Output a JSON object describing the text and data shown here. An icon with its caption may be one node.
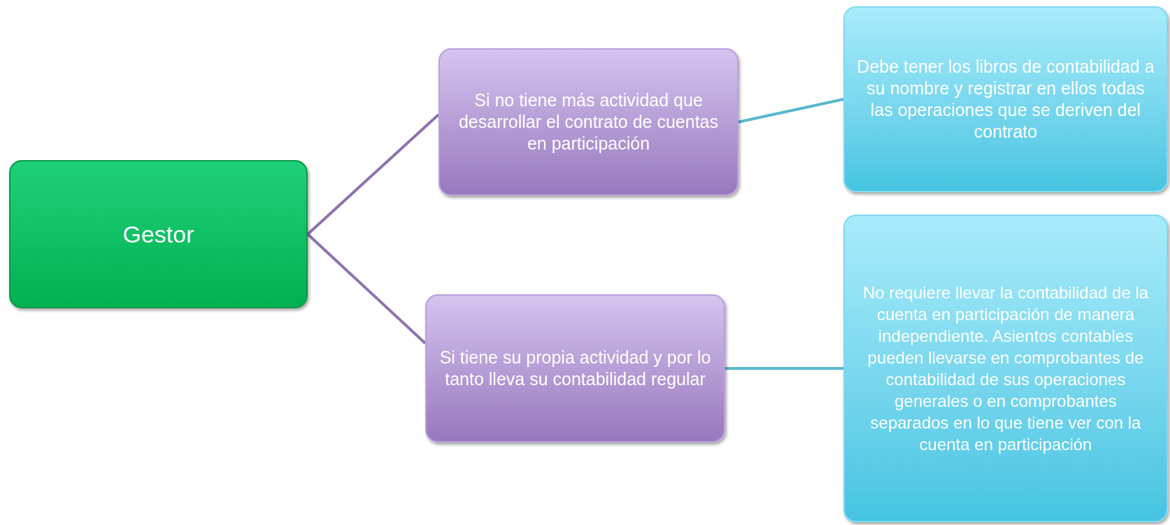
{
  "diagram": {
    "nodes": [
      {
        "text": [
          "Gestor"
        ]
      },
      {
        "text": [
          "Si no tiene más actividad que desarrollar el contrato de cuentas en participación"
        ]
      },
      {
        "text": [
          "Si tiene su propia actividad y por lo tanto lleva su contabilidad regular"
        ]
      },
      {
        "text": [
          "Debe tener los libros de contabilidad a su nombre y registrar en ellos todas las operaciones que se deriven del contrato"
        ]
      },
      {
        "text": [
          "No requiere llevar la contabilidad de la cuenta en participación de manera independiente. Asientos contables pueden llevarse en comprobantes de contabilidad de sus operaciones generales o en comprobantes separados en lo que tiene ver con la cuenta en participación"
        ]
      }
    ],
    "edges": [
      {
        "from": 0,
        "to": 1,
        "arrow": "none",
        "color": "#8e72b0"
      },
      {
        "from": 0,
        "to": 2,
        "arrow": "none",
        "color": "#8e72b0"
      },
      {
        "from": 1,
        "to": 3,
        "arrow": "none",
        "color": "#5ab7cc"
      },
      {
        "from": 2,
        "to": 4,
        "arrow": "none",
        "color": "#5ab7cc"
      }
    ]
  }
}
